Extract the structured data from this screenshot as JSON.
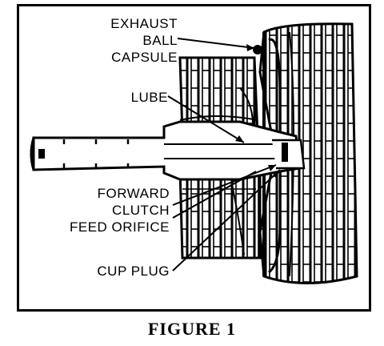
{
  "labels": {
    "exhaust_1": "EXHAUST",
    "exhaust_2": "BALL",
    "exhaust_3": "CAPSULE",
    "lube": "LUBE",
    "forward_1": "FORWARD",
    "forward_2": "CLUTCH",
    "forward_3": "FEED ORIFICE",
    "cup_plug": "CUP PLUG"
  },
  "caption": "FIGURE 1"
}
